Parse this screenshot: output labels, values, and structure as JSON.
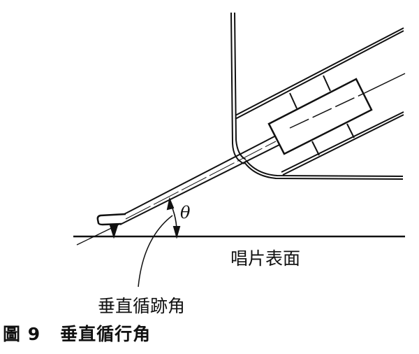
{
  "labels": {
    "record_surface": "唱片表面",
    "vertical_tracking_angle": "垂直循跡角",
    "angle_symbol": "θ"
  },
  "caption": {
    "figure": "圖 9",
    "title": "垂直循行角"
  }
}
